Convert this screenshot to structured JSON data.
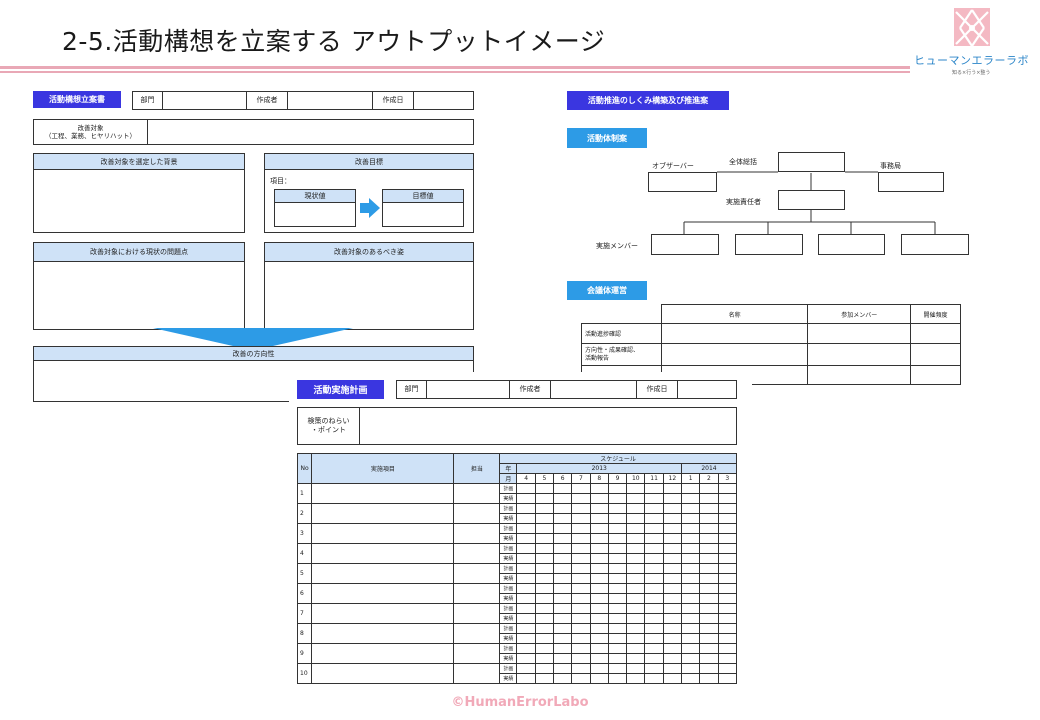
{
  "header": {
    "title": "2-5.活動構想を立案する アウトプットイメージ",
    "logo_text": "ヒューマンエラーラボ",
    "logo_sub": "知る×行う×整う"
  },
  "form1": {
    "title": "活動構想立案書",
    "dept": "部門",
    "author": "作成者",
    "date": "作成日",
    "target_label": "改善対象\n（工程、業務、ヒヤリハット）",
    "background": "改善対象を選定した背景",
    "goal": "改善目標",
    "item": "項目：",
    "current": "現状値",
    "target_value": "目標値",
    "problems": "改善対象における現状の問題点",
    "ideal": "改善対象のあるべき姿",
    "direction": "改善の方向性"
  },
  "form2": {
    "title": "活動推進のしくみ構築及び推進案",
    "org_title": "活動体制案",
    "observer": "オブザーバー",
    "overall": "全体総括",
    "office": "事務局",
    "leader": "実施責任者",
    "members": "実施メンバー",
    "meeting_title": "会議体運営",
    "meeting_headers": [
      "名称",
      "参加メンバー",
      "開催頻度"
    ],
    "meeting_rows": [
      "活動進捗確認",
      "方向性・成果確認、\n活動報告",
      ""
    ]
  },
  "form3": {
    "title": "活動実施計画",
    "dept": "部門",
    "author": "作成者",
    "date": "作成日",
    "aim_label": "検策のねらい\n・ポイント",
    "col_no": "No",
    "col_item": "実施項目",
    "col_owner": "担当",
    "schedule": "スケジュール",
    "year_label": "年",
    "month_label": "月",
    "year1": "2013",
    "year2": "2014",
    "months": [
      "4",
      "5",
      "6",
      "7",
      "8",
      "9",
      "10",
      "11",
      "12",
      "1",
      "2",
      "3"
    ],
    "plan": "計画",
    "actual": "実績",
    "rows": [
      "1",
      "2",
      "3",
      "4",
      "5",
      "6",
      "7",
      "8",
      "9",
      "10"
    ]
  },
  "footer": "©HumanErrorLabo",
  "colors": {
    "title_bar": "#3a36e0",
    "sub_bar": "#2d9be6",
    "header_fill": "#cfe2f7",
    "accent_pink": "#e9a8b6"
  }
}
